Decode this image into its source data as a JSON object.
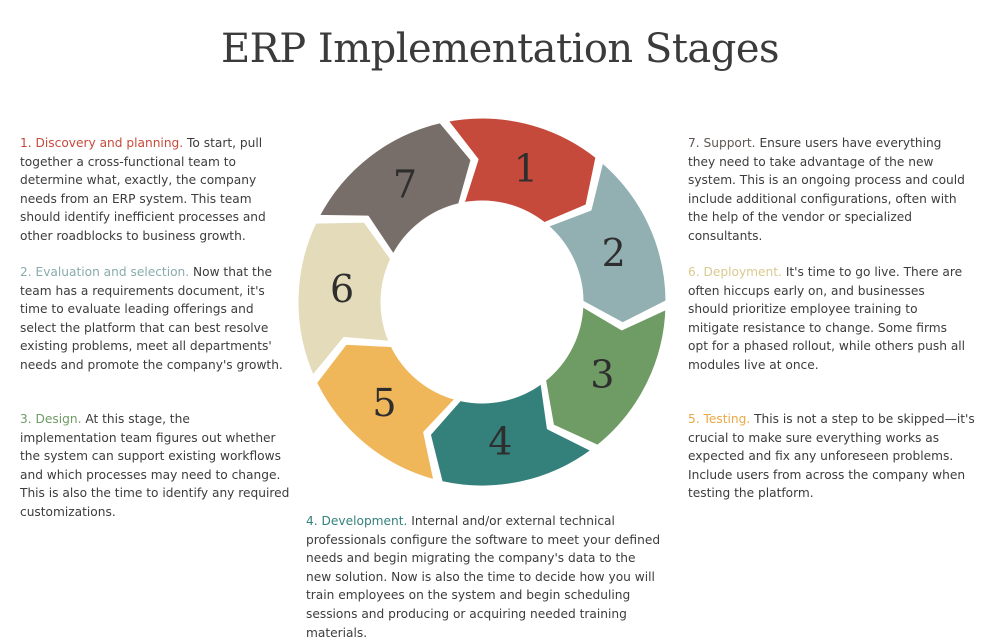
{
  "title": "ERP Implementation Stages",
  "stages": [
    {
      "number": "1",
      "heading": "1. Discovery and planning.",
      "text": "To start, pull together a cross-functional team to determine what, exactly, the company needs from an ERP system. This team should identify inefficient processes and other roadblocks to business growth.",
      "color": "#c64a3b"
    },
    {
      "number": "2",
      "heading": "2. Evaluation and selection.",
      "text": "Now that the team has a requirements document, it's time to evaluate leading offerings and select the platform that can best resolve existing problems, meet all departments' needs and promote the company's growth.",
      "color": "#92b0b2"
    },
    {
      "number": "3",
      "heading": "3. Design.",
      "text": "At this stage, the implementation team figures out whether the system can support existing workflows and which processes may need to change. This is also the time to identify any required customizations.",
      "color": "#6f9b65"
    },
    {
      "number": "4",
      "heading": "4. Development.",
      "text": "Internal and/or external technical professionals configure the software to meet your defined needs and begin migrating the company's data to the new solution. Now is also the time to decide how you will train employees on the system and begin scheduling sessions and producing or acquiring needed training materials.",
      "color": "#34807b"
    },
    {
      "number": "5",
      "heading": "5. Testing.",
      "text": "This is not a step to be skipped—it's crucial to make sure everything works as expected and fix any unforeseen problems. Include users from across the company when testing the platform.",
      "color": "#efb65a"
    },
    {
      "number": "6",
      "heading": "6. Deployment.",
      "text": "It's time to go live. There are often hiccups early on, and businesses should prioritize employee training to mitigate resistance to change. Some firms opt for a phased rollout, while others push all modules live at once.",
      "color": "#e3dbba"
    },
    {
      "number": "7",
      "heading": "7. Support.",
      "text": "Ensure users have everything they need to take advantage of the new system. This is an ongoing process and could include additional configurations, often with the help of the vendor or specialized consultants.",
      "color": "#786e69"
    }
  ],
  "heading_colors": {
    "1": "#c64a3b",
    "2": "#8aabad",
    "3": "#6f9b65",
    "4": "#34807b",
    "5": "#e9a945",
    "6": "#d9c98f",
    "7": "#5f5753"
  }
}
